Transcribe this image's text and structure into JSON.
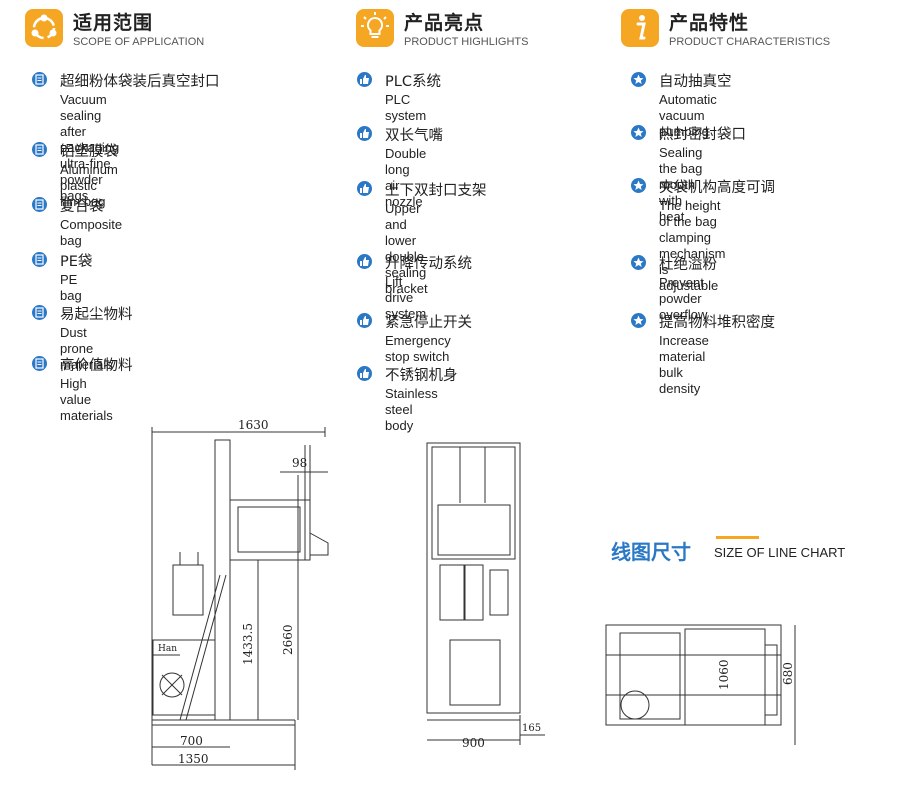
{
  "scope": {
    "title": "适用范围",
    "subtitle": "SCOPE OF APPLICATION",
    "icon": "share-nodes-icon",
    "items": [
      {
        "zh": "超细粉体袋装后真空封口",
        "en": "Vacuum sealing after packaging\nultra-fine powder bags"
      },
      {
        "zh": "铝塑膜袋",
        "en": "Aluminum plastic film bag"
      },
      {
        "zh": "复合袋",
        "en": "Composite bag"
      },
      {
        "zh": "PE袋",
        "en": "PE bag"
      },
      {
        "zh": "易起尘物料",
        "en": "Dust prone materials"
      },
      {
        "zh": "高价值物料",
        "en": "High value materials"
      }
    ]
  },
  "highlights": {
    "title": "产品亮点",
    "subtitle": "PRODUCT HIGHLIGHTS",
    "icon": "lightbulb-icon",
    "items": [
      {
        "zh": "PLC系统",
        "en": "PLC system"
      },
      {
        "zh": "双长气嘴",
        "en": "Double long air nozzle"
      },
      {
        "zh": "上下双封口支架",
        "en": "Upper and lower double\nsealing bracket"
      },
      {
        "zh": "升降传动系统",
        "en": "Lift drive system"
      },
      {
        "zh": "紧急停止开关",
        "en": "Emergency stop switch"
      },
      {
        "zh": "不锈钢机身",
        "en": "Stainless steel body"
      }
    ]
  },
  "characteristics": {
    "title": "产品特性",
    "subtitle": "PRODUCT CHARACTERISTICS",
    "icon": "info-icon",
    "items": [
      {
        "zh": "自动抽真空",
        "en": "Automatic vacuum pumping"
      },
      {
        "zh": "热封密封袋口",
        "en": "Sealing the bag mouth with heat"
      },
      {
        "zh": "夹袋机构高度可调",
        "en": "The height of the bag clamping\nmechanism is adjustable"
      },
      {
        "zh": "杜绝溢粉",
        "en": "Prevent powder overflow"
      },
      {
        "zh": "提高物料堆积密度",
        "en": "Increase material bulk density"
      }
    ]
  },
  "line_chart": {
    "title": "线图尺寸",
    "subtitle": "SIZE OF LINE CHART"
  },
  "drawings": {
    "side": {
      "width_total": "1630",
      "offset": "98",
      "height_total": "2660",
      "height_mid": "1433.5",
      "base_a": "700",
      "base_b": "1350",
      "panel_label": "Han"
    },
    "front": {
      "width": "900",
      "offset": "165"
    },
    "top": {
      "depth": "1060",
      "width": "680"
    }
  },
  "colors": {
    "accent": "#f5a623",
    "blue": "#2a78c6"
  }
}
